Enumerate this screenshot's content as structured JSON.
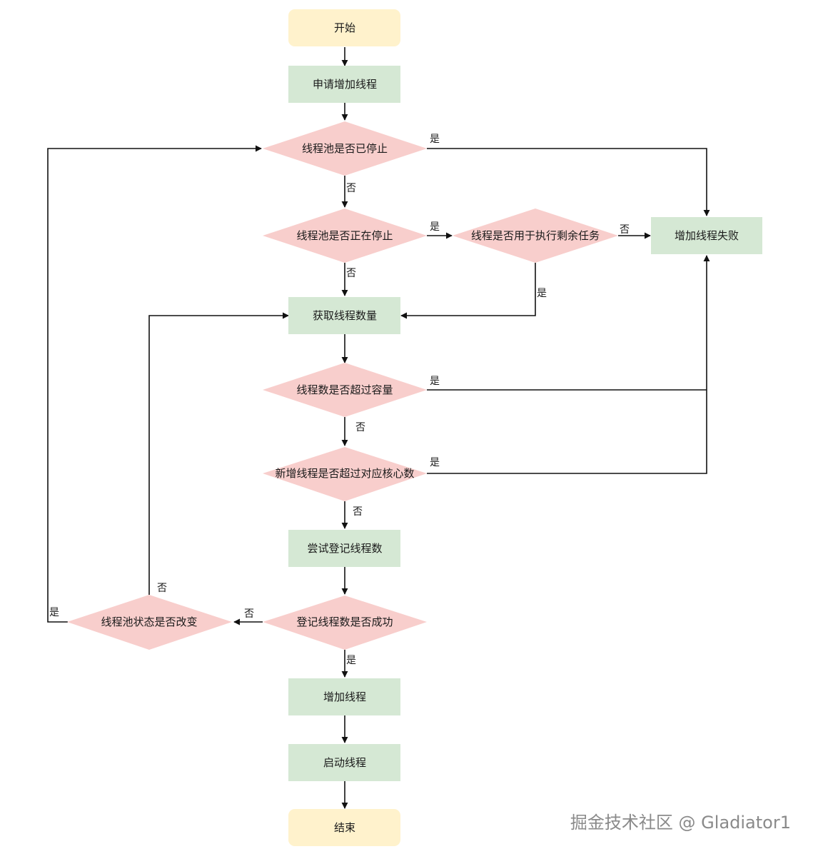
{
  "colors": {
    "terminal": "#fff2cc",
    "process": "#d5e8d4",
    "decision": "#f8cecc",
    "line": "#111111",
    "watermark": "#8a8a8a"
  },
  "nodes": {
    "start": "开始",
    "request": "申请增加线程",
    "d_stopped": "线程池是否已停止",
    "d_stopping": "线程池是否正在停止",
    "d_remaining": "线程是否用于执行剩余任务",
    "fail": "增加线程失败",
    "get_count": "获取线程数量",
    "d_capacity": "线程数是否超过容量",
    "d_core": "新增线程是否超过对应核心数",
    "try_register": "尝试登记线程数",
    "d_register_ok": "登记线程数是否成功",
    "d_state_changed": "线程池状态是否改变",
    "add": "增加线程",
    "launch": "启动线程",
    "end": "结束"
  },
  "edge_labels": {
    "stopped_yes": "是",
    "stopped_no": "否",
    "stopping_yes": "是",
    "stopping_no": "否",
    "remaining_no": "否",
    "remaining_yes": "是",
    "capacity_yes": "是",
    "capacity_no": "否",
    "core_yes": "是",
    "core_no": "否",
    "register_no": "否",
    "register_yes": "是",
    "state_no": "否",
    "state_yes": "是"
  },
  "watermark": "掘金技术社区 @ Gladiator1"
}
